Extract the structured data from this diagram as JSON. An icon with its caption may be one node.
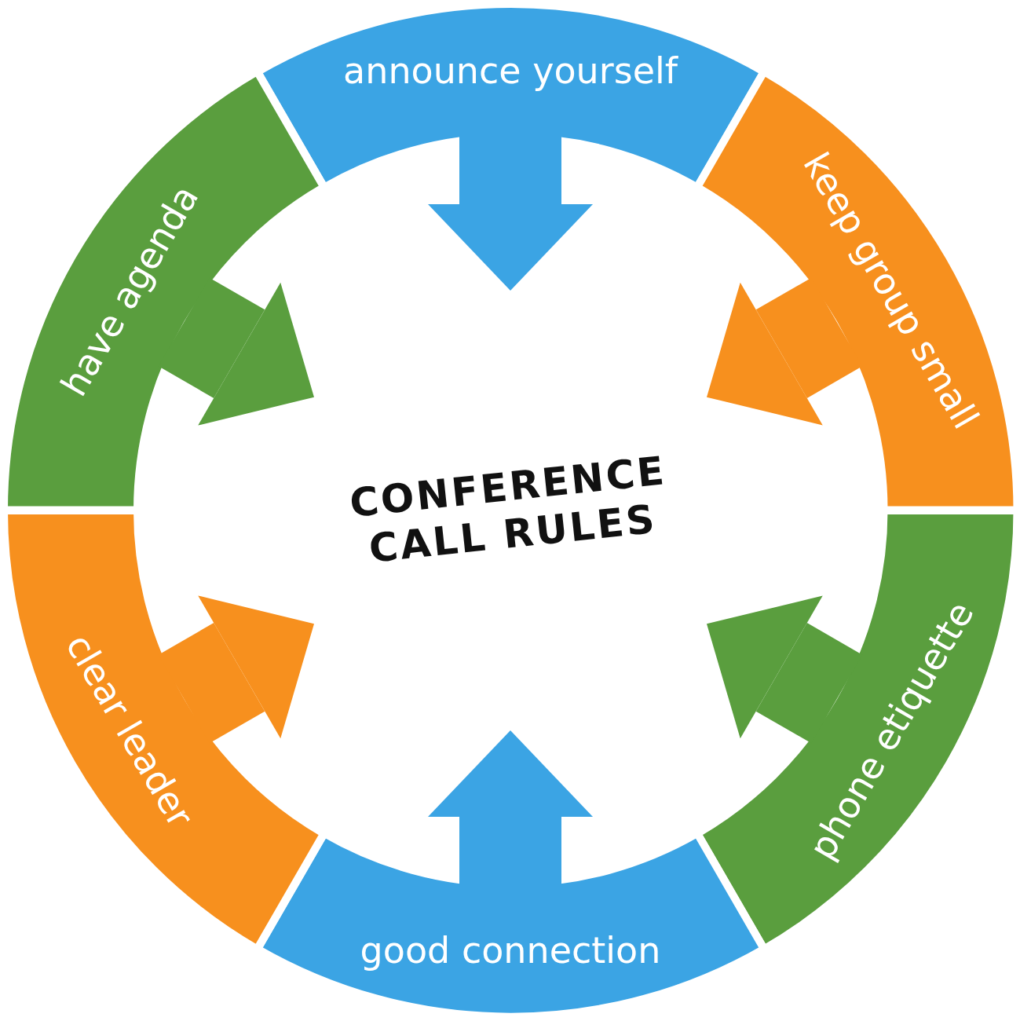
{
  "diagram": {
    "nodes": [
      {
        "text": [
          "CONFERENCE CALL RULES"
        ]
      },
      {
        "text": [
          "announce yourself"
        ]
      },
      {
        "text": [
          "keep group small"
        ]
      },
      {
        "text": [
          "phone etiquette"
        ]
      },
      {
        "text": [
          "good connection"
        ]
      },
      {
        "text": [
          "clear leader"
        ]
      },
      {
        "text": [
          "have agenda"
        ]
      }
    ],
    "edges": [
      {
        "from": 1,
        "to": 0,
        "arrow": "to",
        "color": "#3ba4e4"
      },
      {
        "from": 2,
        "to": 0,
        "arrow": "to",
        "color": "#f7901e"
      },
      {
        "from": 3,
        "to": 0,
        "arrow": "to",
        "color": "#5a9e3e"
      },
      {
        "from": 4,
        "to": 0,
        "arrow": "to",
        "color": "#3ba4e4"
      },
      {
        "from": 5,
        "to": 0,
        "arrow": "to",
        "color": "#f7901e"
      },
      {
        "from": 6,
        "to": 0,
        "arrow": "to",
        "color": "#5a9e3e"
      }
    ]
  }
}
